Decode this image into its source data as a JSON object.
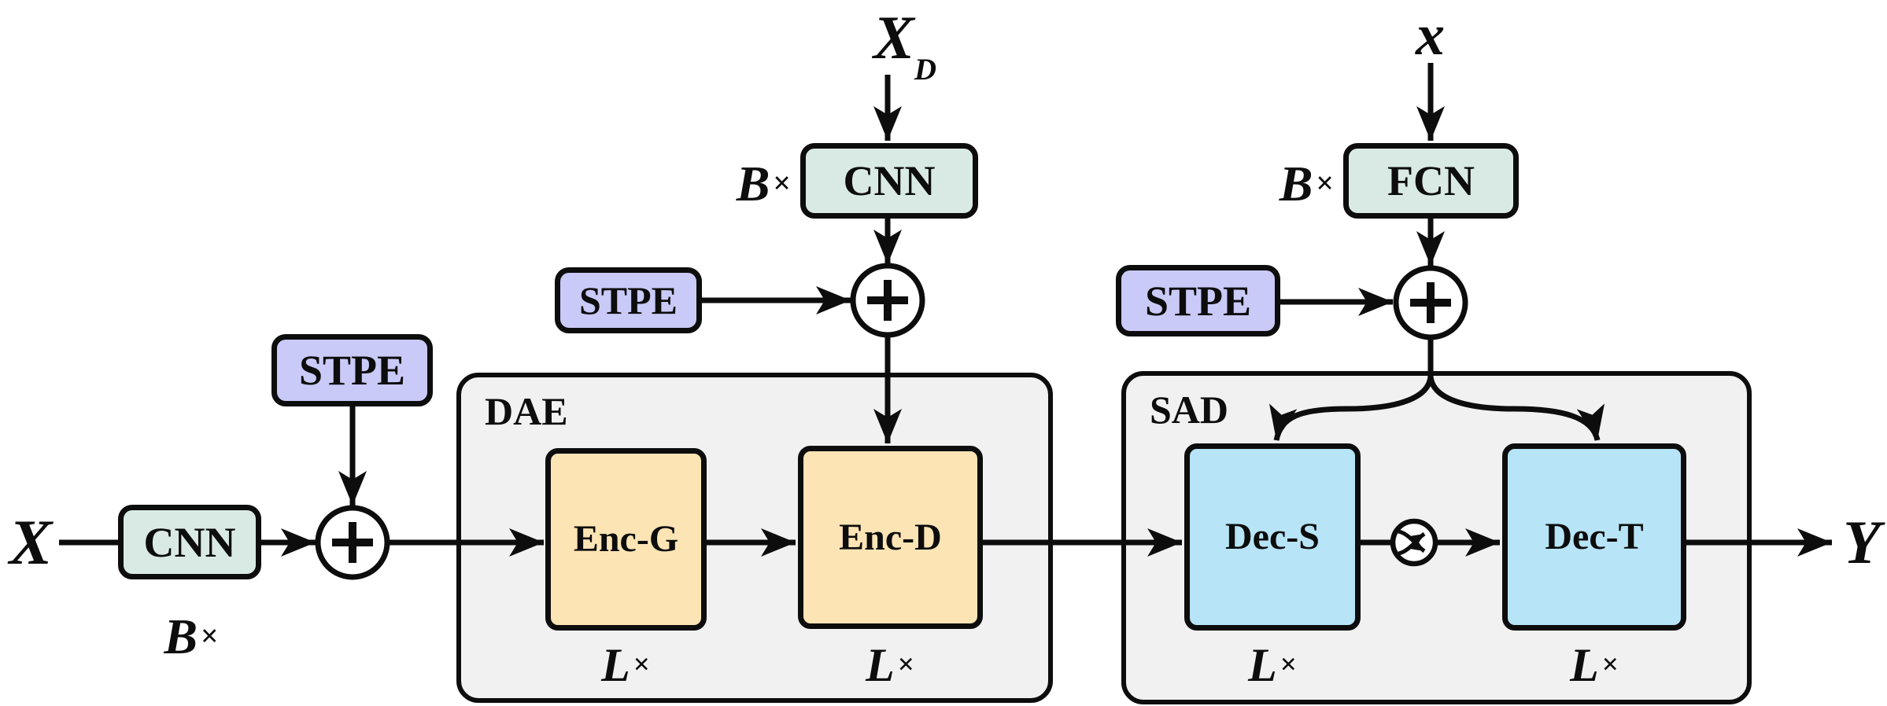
{
  "labels": {
    "input_sequence": "X",
    "domain_input_base": "X",
    "domain_input_sub": "D",
    "condition_input": "x",
    "output": "Y"
  },
  "blocks": {
    "cnn": "CNN",
    "fcn": "FCN",
    "stpe": "STPE",
    "enc_g": "Enc-G",
    "enc_d": "Enc-D",
    "dec_s": "Dec-S",
    "dec_t": "Dec-T"
  },
  "containers": {
    "dae": "DAE",
    "sad": "SAD"
  },
  "multipliers": {
    "b": "B",
    "l": "L",
    "times": "×"
  },
  "icons": {
    "add_operator": "plus-in-circle",
    "shuffle_operator": "crossing-arrows-in-circle"
  },
  "colors": {
    "cnn_fill": "#d9eae4",
    "stpe_fill": "#cacaf8",
    "enc_fill": "#fce4b5",
    "dec_fill": "#b7e4f6",
    "container_fill": "#f1f1f1",
    "stroke": "#0d0d0d",
    "background": "#ffffff"
  }
}
